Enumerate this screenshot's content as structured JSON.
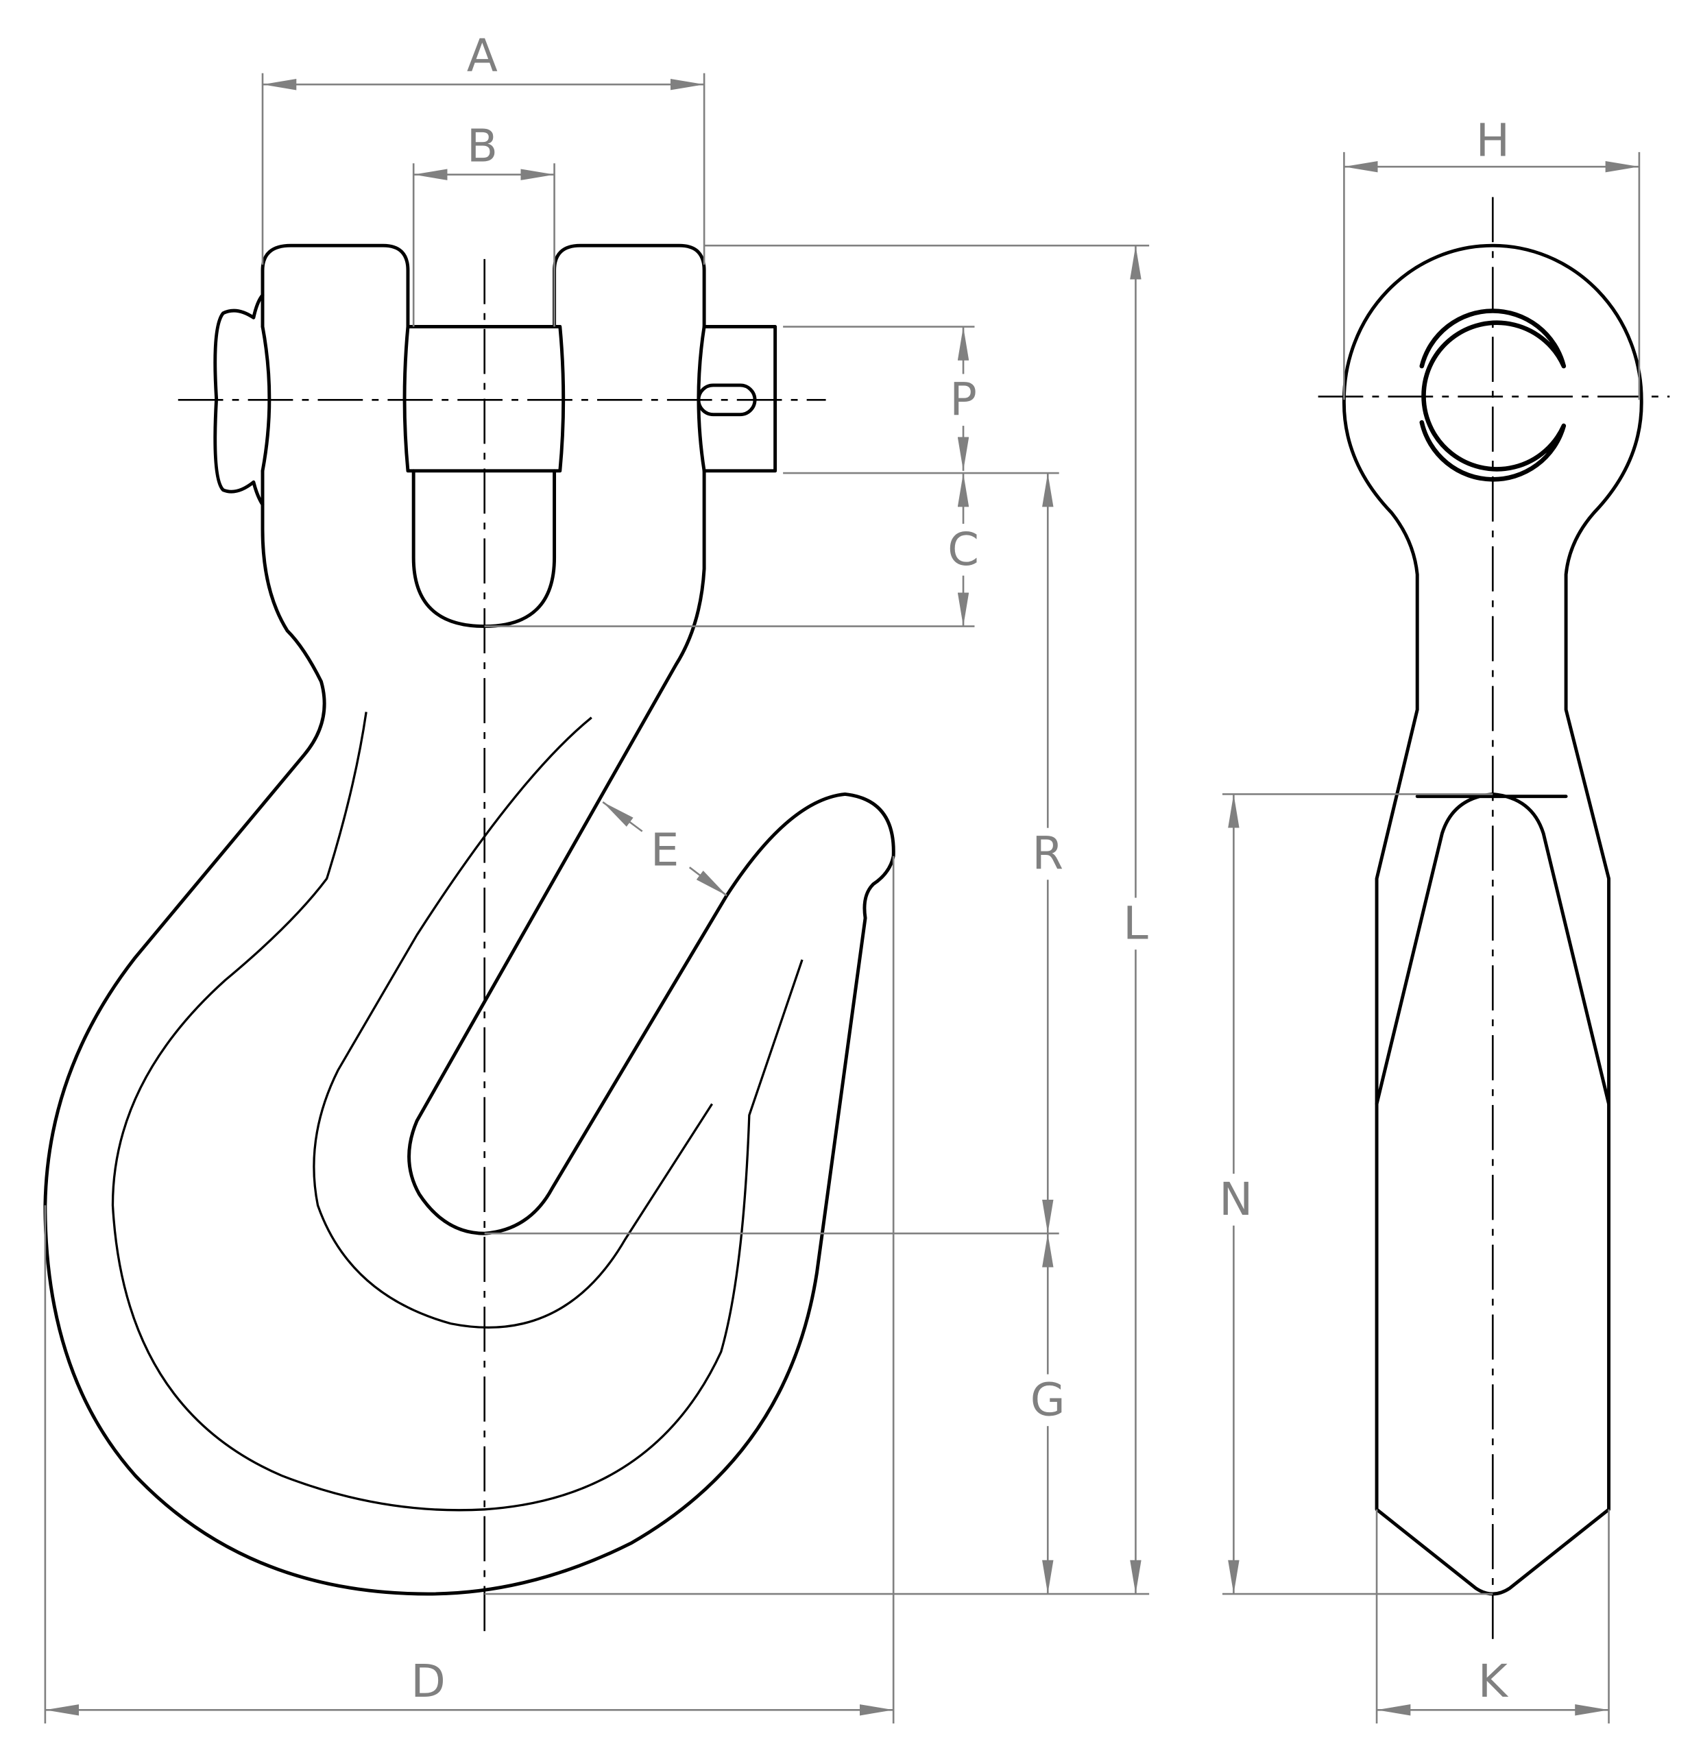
{
  "diagram": {
    "title": "Clevis grab hook dimension drawing",
    "views": [
      "front",
      "side"
    ],
    "dimensions": {
      "A": "A",
      "B": "B",
      "P": "P",
      "C": "C",
      "E": "E",
      "R": "R",
      "L": "L",
      "G": "G",
      "D": "D",
      "H": "H",
      "N": "N",
      "K": "K"
    },
    "colors": {
      "outline": "#000000",
      "dimension": "#808080"
    }
  }
}
